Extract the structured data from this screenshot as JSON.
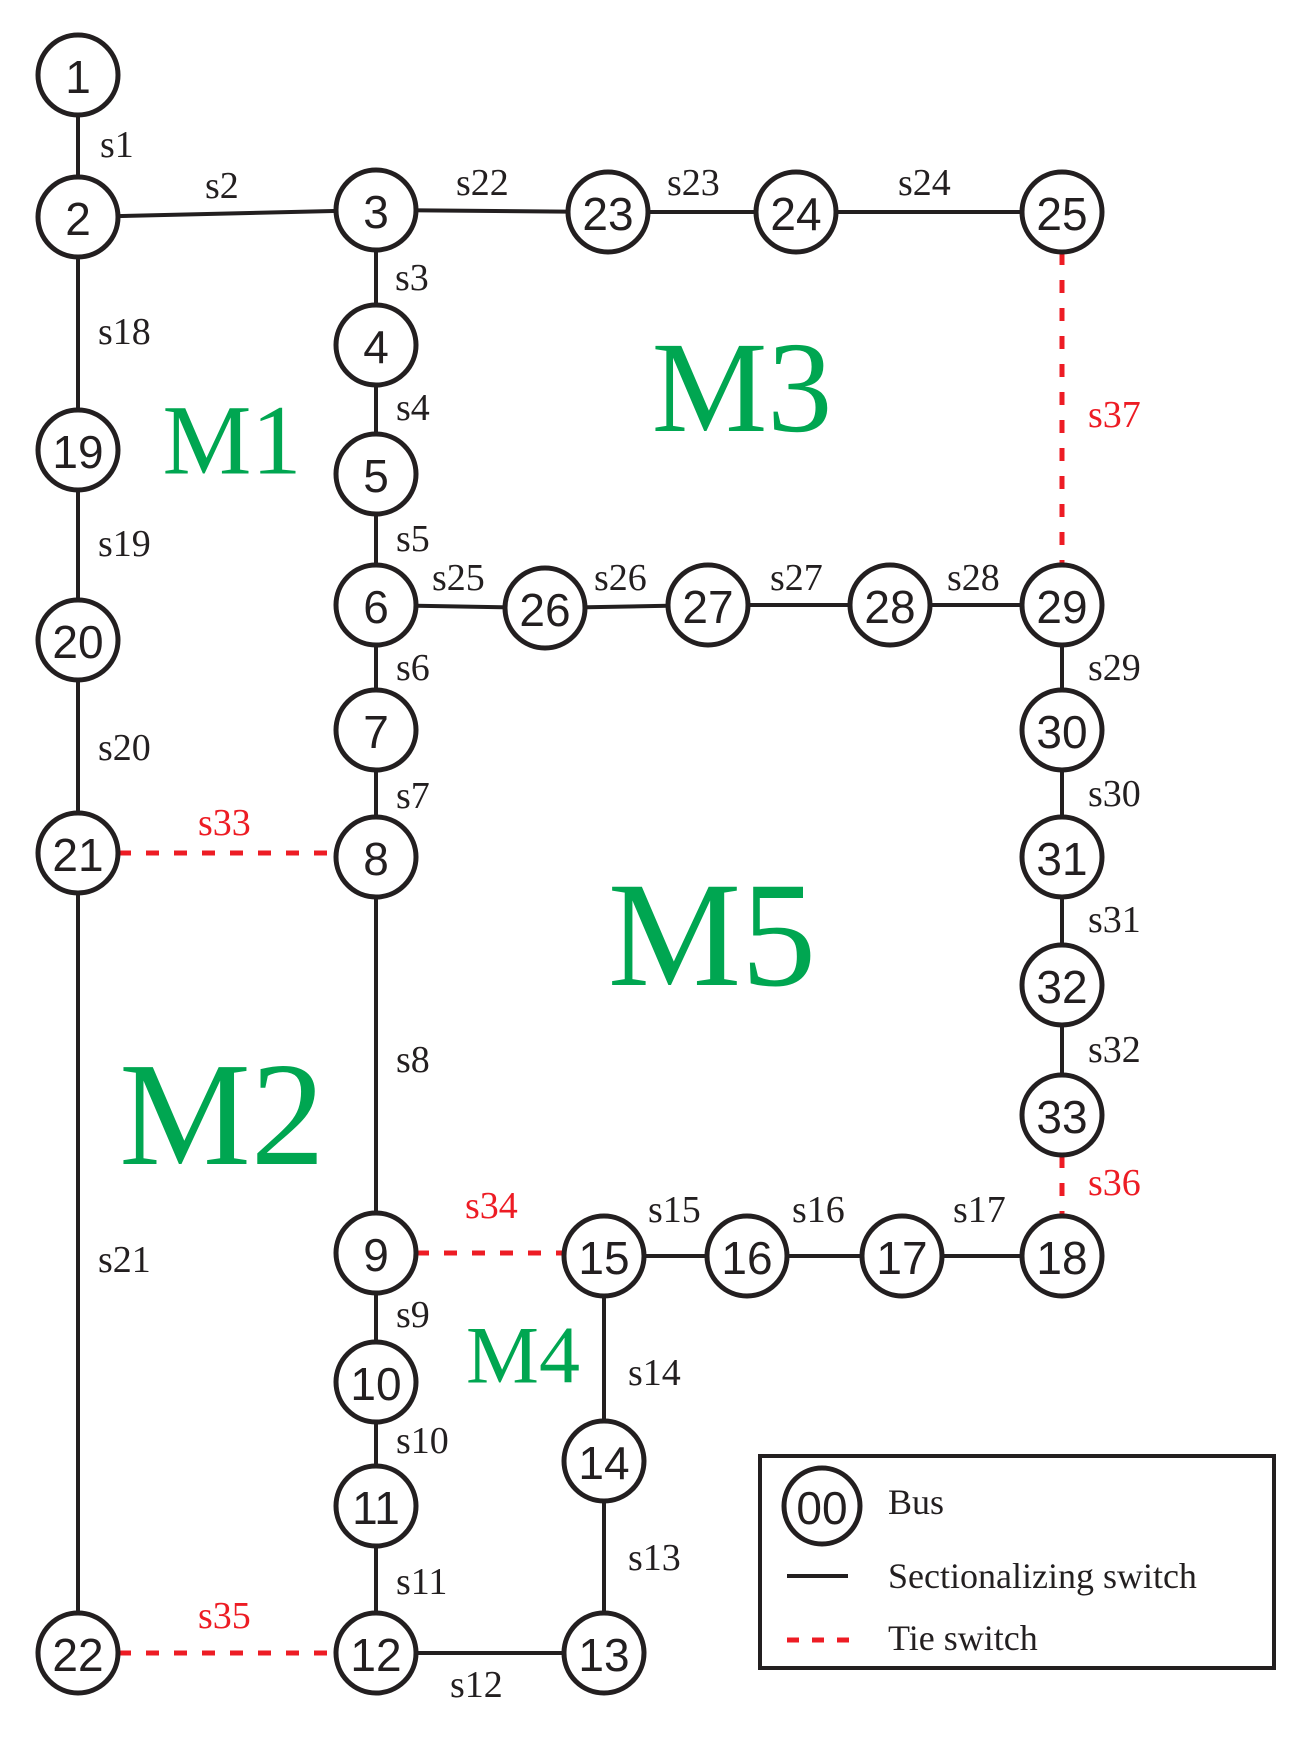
{
  "colors": {
    "line": "#231f20",
    "tie": "#ed1c24",
    "zone": "#00a651"
  },
  "zones": [
    "M1",
    "M2",
    "M3",
    "M4",
    "M5"
  ],
  "buses": [
    "1",
    "2",
    "3",
    "4",
    "5",
    "6",
    "7",
    "8",
    "9",
    "10",
    "11",
    "12",
    "13",
    "14",
    "15",
    "16",
    "17",
    "18",
    "19",
    "20",
    "21",
    "22",
    "23",
    "24",
    "25",
    "26",
    "27",
    "28",
    "29",
    "30",
    "31",
    "32",
    "33"
  ],
  "sectionalizing_switches": [
    {
      "label": "s1",
      "from": "1",
      "to": "2"
    },
    {
      "label": "s2",
      "from": "2",
      "to": "3"
    },
    {
      "label": "s3",
      "from": "3",
      "to": "4"
    },
    {
      "label": "s4",
      "from": "4",
      "to": "5"
    },
    {
      "label": "s5",
      "from": "5",
      "to": "6"
    },
    {
      "label": "s6",
      "from": "6",
      "to": "7"
    },
    {
      "label": "s7",
      "from": "7",
      "to": "8"
    },
    {
      "label": "s8",
      "from": "8",
      "to": "9"
    },
    {
      "label": "s9",
      "from": "9",
      "to": "10"
    },
    {
      "label": "s10",
      "from": "10",
      "to": "11"
    },
    {
      "label": "s11",
      "from": "11",
      "to": "12"
    },
    {
      "label": "s12",
      "from": "12",
      "to": "13"
    },
    {
      "label": "s13",
      "from": "13",
      "to": "14"
    },
    {
      "label": "s14",
      "from": "14",
      "to": "15"
    },
    {
      "label": "s15",
      "from": "15",
      "to": "16"
    },
    {
      "label": "s16",
      "from": "16",
      "to": "17"
    },
    {
      "label": "s17",
      "from": "17",
      "to": "18"
    },
    {
      "label": "s18",
      "from": "2",
      "to": "19"
    },
    {
      "label": "s19",
      "from": "19",
      "to": "20"
    },
    {
      "label": "s20",
      "from": "20",
      "to": "21"
    },
    {
      "label": "s21",
      "from": "21",
      "to": "22"
    },
    {
      "label": "s22",
      "from": "3",
      "to": "23"
    },
    {
      "label": "s23",
      "from": "23",
      "to": "24"
    },
    {
      "label": "s24",
      "from": "24",
      "to": "25"
    },
    {
      "label": "s25",
      "from": "6",
      "to": "26"
    },
    {
      "label": "s26",
      "from": "26",
      "to": "27"
    },
    {
      "label": "s27",
      "from": "27",
      "to": "28"
    },
    {
      "label": "s28",
      "from": "28",
      "to": "29"
    },
    {
      "label": "s29",
      "from": "29",
      "to": "30"
    },
    {
      "label": "s30",
      "from": "30",
      "to": "31"
    },
    {
      "label": "s31",
      "from": "31",
      "to": "32"
    },
    {
      "label": "s32",
      "from": "32",
      "to": "33"
    }
  ],
  "tie_switches": [
    {
      "label": "s33",
      "from": "21",
      "to": "8"
    },
    {
      "label": "s34",
      "from": "9",
      "to": "15"
    },
    {
      "label": "s35",
      "from": "22",
      "to": "12"
    },
    {
      "label": "s36",
      "from": "33",
      "to": "18"
    },
    {
      "label": "s37",
      "from": "25",
      "to": "29"
    }
  ],
  "legend": {
    "bus_symbol": "00",
    "bus": "Bus",
    "sectionalizing": "Sectionalizing switch",
    "tie": "Tie switch"
  }
}
